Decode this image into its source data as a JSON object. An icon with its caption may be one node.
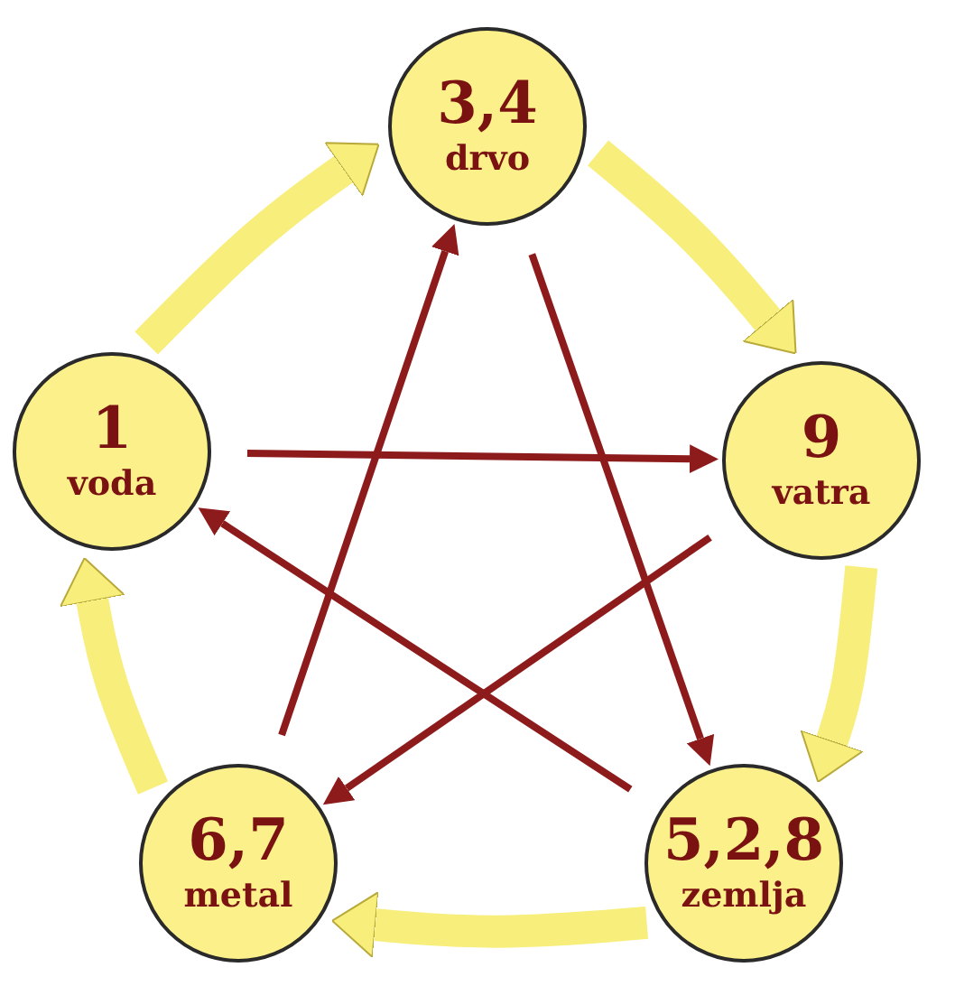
{
  "diagram": {
    "nodes": [
      {
        "text": [
          "3,4",
          "drvo"
        ]
      },
      {
        "text": [
          "1",
          "voda"
        ]
      },
      {
        "text": [
          "9",
          "vatra"
        ]
      },
      {
        "text": [
          "6,7",
          "metal"
        ]
      },
      {
        "text": [
          "5,2,8",
          "zemlja"
        ]
      }
    ],
    "edges": [
      {
        "from": 1,
        "to": 0,
        "arrow": "to",
        "style": "thick",
        "color": "#f8ee7c"
      },
      {
        "from": 0,
        "to": 2,
        "arrow": "to",
        "style": "thick",
        "color": "#f8ee7c"
      },
      {
        "from": 2,
        "to": 4,
        "arrow": "to",
        "style": "thick",
        "color": "#f8ee7c"
      },
      {
        "from": 4,
        "to": 3,
        "arrow": "to",
        "style": "thick",
        "color": "#f8ee7c"
      },
      {
        "from": 3,
        "to": 1,
        "arrow": "to",
        "style": "thick",
        "color": "#f8ee7c"
      },
      {
        "from": 1,
        "to": 2,
        "arrow": "to",
        "color": "#8e1b1b"
      },
      {
        "from": 2,
        "to": 3,
        "arrow": "to",
        "color": "#8e1b1b"
      },
      {
        "from": 3,
        "to": 0,
        "arrow": "to",
        "color": "#8e1b1b"
      },
      {
        "from": 0,
        "to": 4,
        "arrow": "to",
        "color": "#8e1b1b"
      },
      {
        "from": 4,
        "to": 1,
        "arrow": "to",
        "color": "#8e1b1b"
      }
    ]
  }
}
